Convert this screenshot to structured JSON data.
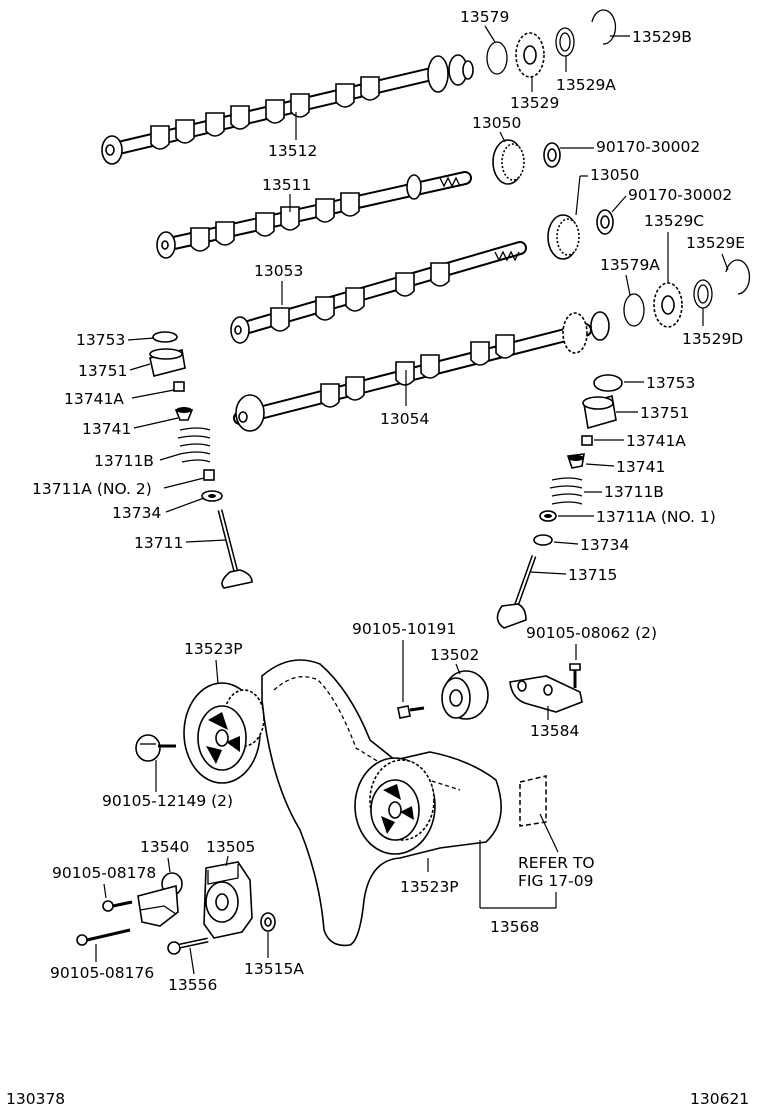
{
  "labels": {
    "p13579": "13579",
    "p13529B": "13529B",
    "p13529A": "13529A",
    "p13529": "13529",
    "p13512": "13512",
    "p13050_top": "13050",
    "p90170_a": "90170-30002",
    "p13511": "13511",
    "p13050_mid": "13050",
    "p90170_b": "90170-30002",
    "p13529C": "13529C",
    "p13529E": "13529E",
    "p13053": "13053",
    "p13579A": "13579A",
    "p13529D": "13529D",
    "p13753_l": "13753",
    "p13751_l": "13751",
    "p13741A_l": "13741A",
    "p13741_l": "13741",
    "p13711B_l": "13711B",
    "p13711A_l": "13711A (NO. 2)",
    "p13734_l": "13734",
    "p13711": "13711",
    "p13054": "13054",
    "p13753_r": "13753",
    "p13751_r": "13751",
    "p13741A_r": "13741A",
    "p13741_r": "13741",
    "p13711B_r": "13711B",
    "p13711A_r": "13711A (NO. 1)",
    "p13734_r": "13734",
    "p13715": "13715",
    "p90105_10191": "90105-10191",
    "p90105_08062": "90105-08062 (2)",
    "p13523P_top": "13523P",
    "p13502": "13502",
    "p13584": "13584",
    "p90105_12149": "90105-12149 (2)",
    "p13540": "13540",
    "p13505": "13505",
    "p90105_08178": "90105-08178",
    "p13523P_bot": "13523P",
    "p13568": "13568",
    "refer_line1": "REFER TO",
    "refer_line2": "FIG 17-09",
    "p90105_08176": "90105-08176",
    "p13556": "13556",
    "p13515A": "13515A",
    "code_left": "130378",
    "code_right": "130621"
  },
  "icons": {
    "camshaft": "camshaft-icon",
    "gear": "cam-gear-icon",
    "snap_ring": "snap-ring-icon",
    "bearing": "bearing-icon",
    "oil_seal": "oil-seal-icon",
    "valve": "valve-icon",
    "spring": "valve-spring-icon",
    "lifter": "valve-lifter-icon",
    "pulley": "pulley-icon",
    "belt": "timing-belt-icon",
    "bolt": "bolt-icon",
    "tensioner": "belt-tensioner-icon"
  }
}
